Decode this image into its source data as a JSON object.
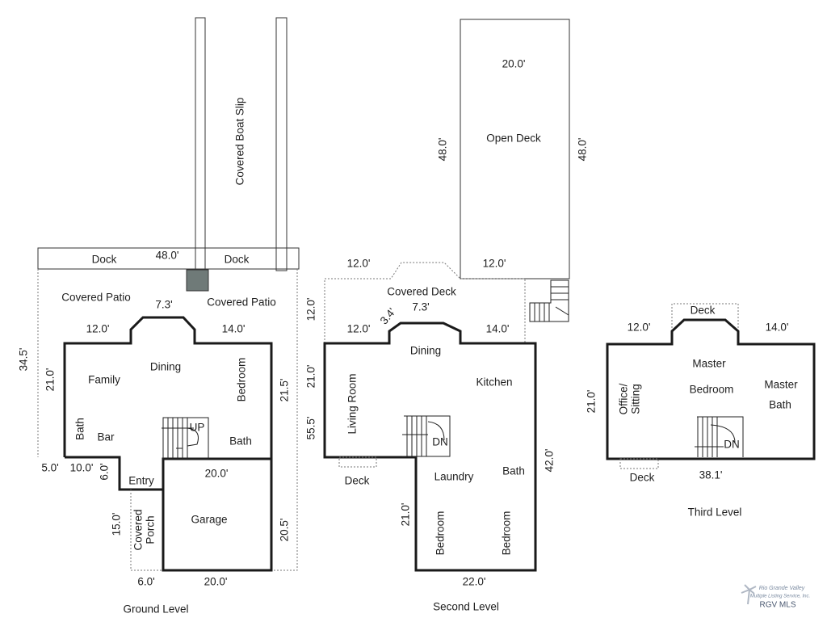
{
  "ground": {
    "title": "Ground Level",
    "boat_slip": "Covered Boat Slip",
    "dock_left": "Dock",
    "dock_right": "Dock",
    "dock_width": "48.0'",
    "patio_left": "Covered Patio",
    "patio_right": "Covered Patio",
    "bay_width": "7.3'",
    "left_top": "12.0'",
    "right_top": "14.0'",
    "overall_depth": "34.5'",
    "left_depth": "21.0'",
    "right_depth": "21.5'",
    "family": "Family",
    "dining": "Dining",
    "bedroom": "Bedroom",
    "bath_left": "Bath",
    "bar": "Bar",
    "up": "UP",
    "bath_right": "Bath",
    "dim_5": "5.0'",
    "dim_10": "10.0'",
    "dim_6": "6.0'",
    "entry": "Entry",
    "garage_top": "20.0'",
    "porch_depth": "15.0'",
    "porch_1": "Covered",
    "porch_2": "Porch",
    "garage": "Garage",
    "garage_depth": "20.5'",
    "porch_width": "6.0'",
    "garage_width": "20.0'"
  },
  "second": {
    "title": "Second Level",
    "open_deck": "Open Deck",
    "open_deck_width": "20.0'",
    "open_deck_left": "48.0'",
    "open_deck_right": "48.0'",
    "deck_top_left": "12.0'",
    "deck_top_right": "12.0'",
    "covered_deck": "Covered Deck",
    "bay_width": "7.3'",
    "bay_angle": "3.4'",
    "deck_depth": "12.0'",
    "left_top": "12.0'",
    "right_top": "14.0'",
    "dining": "Dining",
    "left_depth": "21.0'",
    "kitchen": "Kitchen",
    "living_room": "Living Room",
    "overall_depth": "55.5'",
    "dn": "DN",
    "deck": "Deck",
    "laundry": "Laundry",
    "bath": "Bath",
    "right_depth": "42.0'",
    "wing_depth": "21.0'",
    "bedroom_1": "Bedroom",
    "bedroom_2": "Bedroom",
    "bottom_width": "22.0'"
  },
  "third": {
    "title": "Third Level",
    "deck_top": "Deck",
    "left_top": "12.0'",
    "right_top": "14.0'",
    "master_1": "Master",
    "master_2": "Bedroom",
    "bath_1": "Master",
    "bath_2": "Bath",
    "depth": "21.0'",
    "office_1": "Office/",
    "office_2": "Sitting",
    "dn": "DN",
    "deck_bottom": "Deck",
    "width": "38.1'"
  },
  "logo": {
    "line1": "Rio Grande Valley",
    "line2": "Multiple Listing Service, Inc.",
    "line3": "RGV MLS"
  }
}
